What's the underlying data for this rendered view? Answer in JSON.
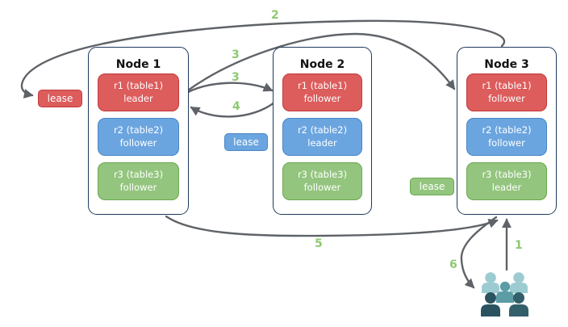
{
  "diagram": {
    "nodes": [
      {
        "title": "Node 1",
        "replicas": [
          {
            "name": "r1 (table1)",
            "role": "leader",
            "color": "#DD5C5C"
          },
          {
            "name": "r2 (table2)",
            "role": "follower",
            "color": "#6BA5E0"
          },
          {
            "name": "r3 (table3)",
            "role": "follower",
            "color": "#93C57E"
          }
        ]
      },
      {
        "title": "Node 2",
        "replicas": [
          {
            "name": "r1 (table1)",
            "role": "follower",
            "color": "#DD5C5C"
          },
          {
            "name": "r2 (table2)",
            "role": "leader",
            "color": "#6BA5E0"
          },
          {
            "name": "r3 (table3)",
            "role": "follower",
            "color": "#93C57E"
          }
        ]
      },
      {
        "title": "Node 3",
        "replicas": [
          {
            "name": "r1 (table1)",
            "role": "follower",
            "color": "#DD5C5C"
          },
          {
            "name": "r2 (table2)",
            "role": "follower",
            "color": "#6BA5E0"
          },
          {
            "name": "r3 (table3)",
            "role": "leader",
            "color": "#93C57E"
          }
        ]
      }
    ],
    "leases": [
      {
        "label": "lease",
        "color": "#DD5C5C"
      },
      {
        "label": "lease",
        "color": "#6BA5E0"
      },
      {
        "label": "lease",
        "color": "#93C57E"
      }
    ],
    "steps": {
      "s1": "1",
      "s2": "2",
      "s3a": "3",
      "s3b": "3",
      "s4": "4",
      "s5": "5",
      "s6": "6"
    },
    "icons": {
      "users": "users-group-icon"
    },
    "colors": {
      "red_fill": "#DD5C5C",
      "red_border": "#C23B3B",
      "blue_fill": "#6BA5E0",
      "blue_border": "#4A86C6",
      "green_fill": "#93C57E",
      "green_border": "#6BA84F",
      "step_label": "#8FC873",
      "arrow": "#5F6368",
      "node_border": "#1F3A5F",
      "users_light": "#9CCCD2",
      "users_mid": "#5C9DA5",
      "users_dark": "#2A525F"
    }
  }
}
